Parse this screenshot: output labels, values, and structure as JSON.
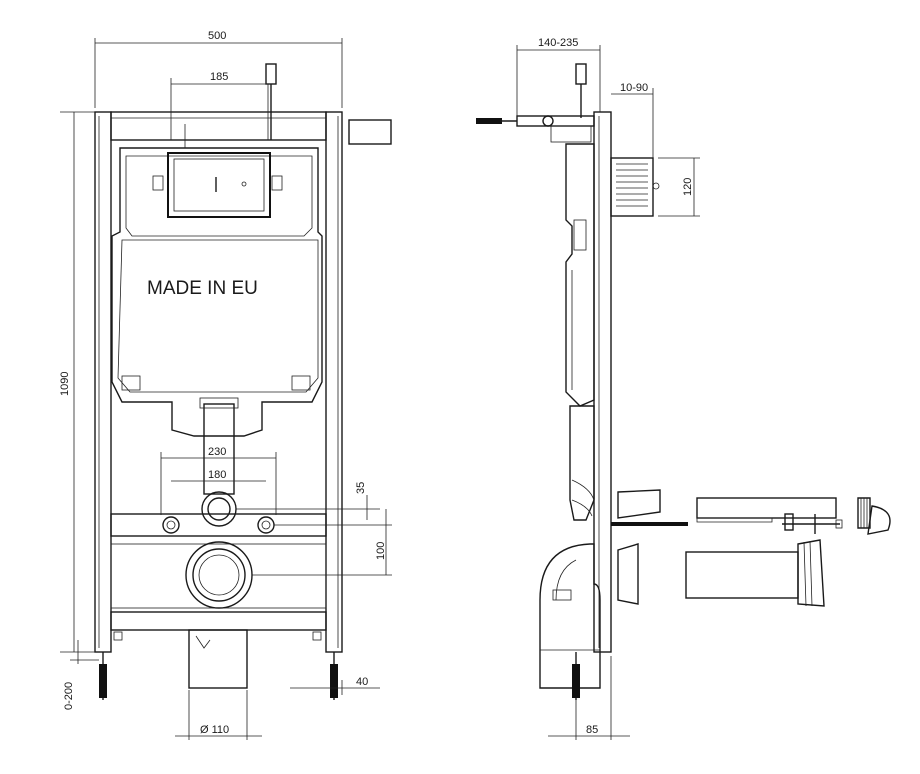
{
  "front_view": {
    "label": "MADE IN EU",
    "dims": {
      "width": "500",
      "height": "1090",
      "flush_offset": "185",
      "bolt_spacing_outer": "230",
      "bolt_spacing_inner": "180",
      "bolt_offset": "35",
      "drain_offset": "100",
      "foot_range": "0-200",
      "foot_offset": "40",
      "drain_diameter": "Ø 110"
    }
  },
  "side_view": {
    "dims": {
      "depth_range": "140-235",
      "plate_range": "10-90",
      "plate_height": "120",
      "base_depth": "85"
    }
  },
  "colors": {
    "line": "#1a1a1a",
    "background": "#ffffff"
  }
}
